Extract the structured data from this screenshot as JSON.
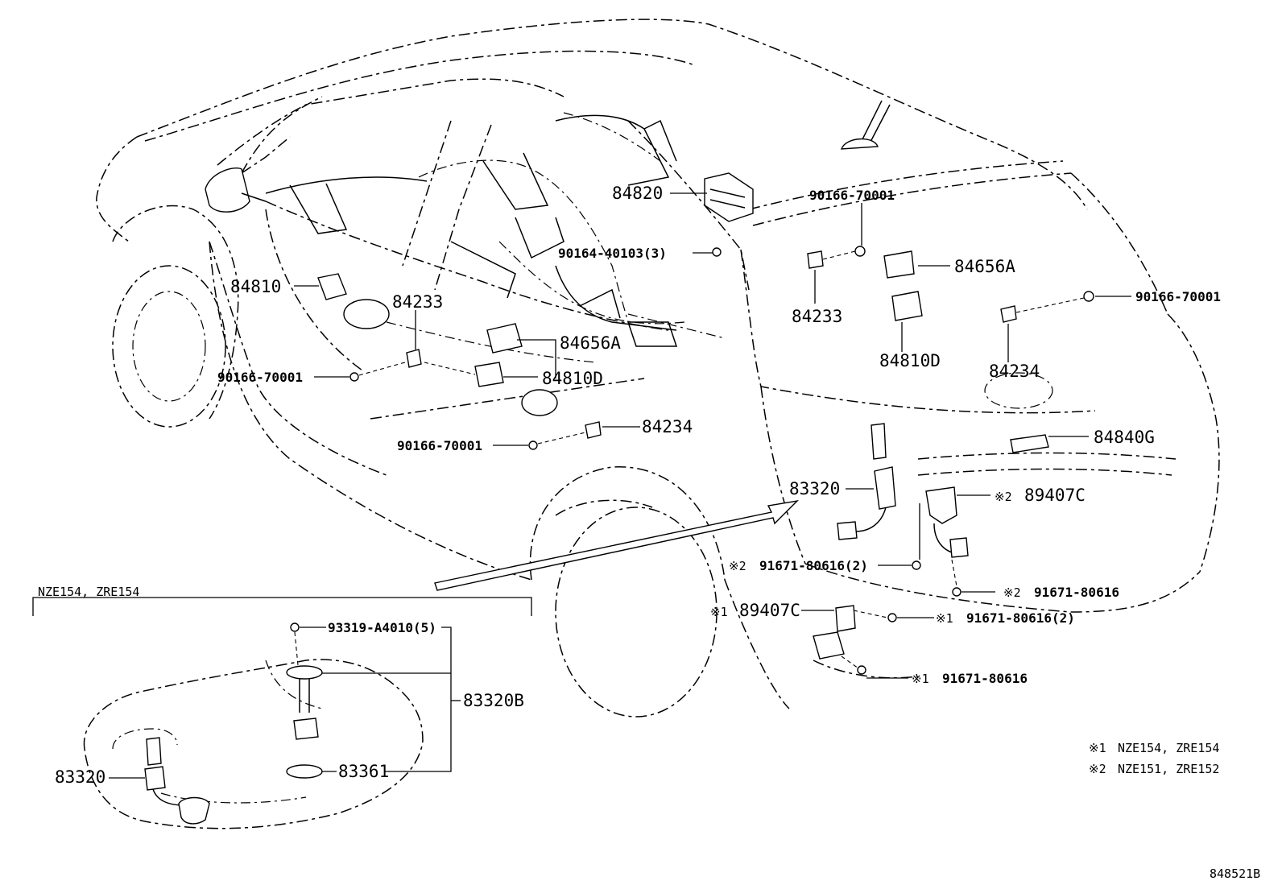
{
  "diagram_id": "848521B",
  "inset": {
    "title": "NZE154, ZRE154"
  },
  "notes": [
    {
      "mark": "※1",
      "text": "NZE154, ZRE154"
    },
    {
      "mark": "※2",
      "text": "NZE151, ZRE152"
    }
  ],
  "labels": {
    "p84820": "84820",
    "p90166_top": "90166-70001",
    "p90164": "90164-40103(3)",
    "p84656A_right": "84656A",
    "p84233_right": "84233",
    "p90166_right": "90166-70001",
    "p84810D_right": "84810D",
    "p84234_right": "84234",
    "p84810": "84810",
    "p84233_left": "84233",
    "p84656A_left": "84656A",
    "p90166_left": "90166-70001",
    "p84810D_left": "84810D",
    "p84234_left": "84234",
    "p90166_lower": "90166-70001",
    "p84840G": "84840G",
    "p83320": "83320",
    "p89407C_2": "89407C",
    "p91671_2a": "91671-80616(2)",
    "p91671_2b": "91671-80616",
    "p89407C_1": "89407C",
    "p91671_1a": "91671-80616(2)",
    "p91671_1b": "91671-80616",
    "inset_93319": "93319-A4010(5)",
    "inset_83320B": "83320B",
    "inset_83320": "83320",
    "inset_83361": "83361"
  },
  "marks": {
    "m2a": "※2",
    "m2b": "※2",
    "m2c": "※2",
    "m1a": "※1",
    "m1b": "※1",
    "m1c": "※1"
  }
}
